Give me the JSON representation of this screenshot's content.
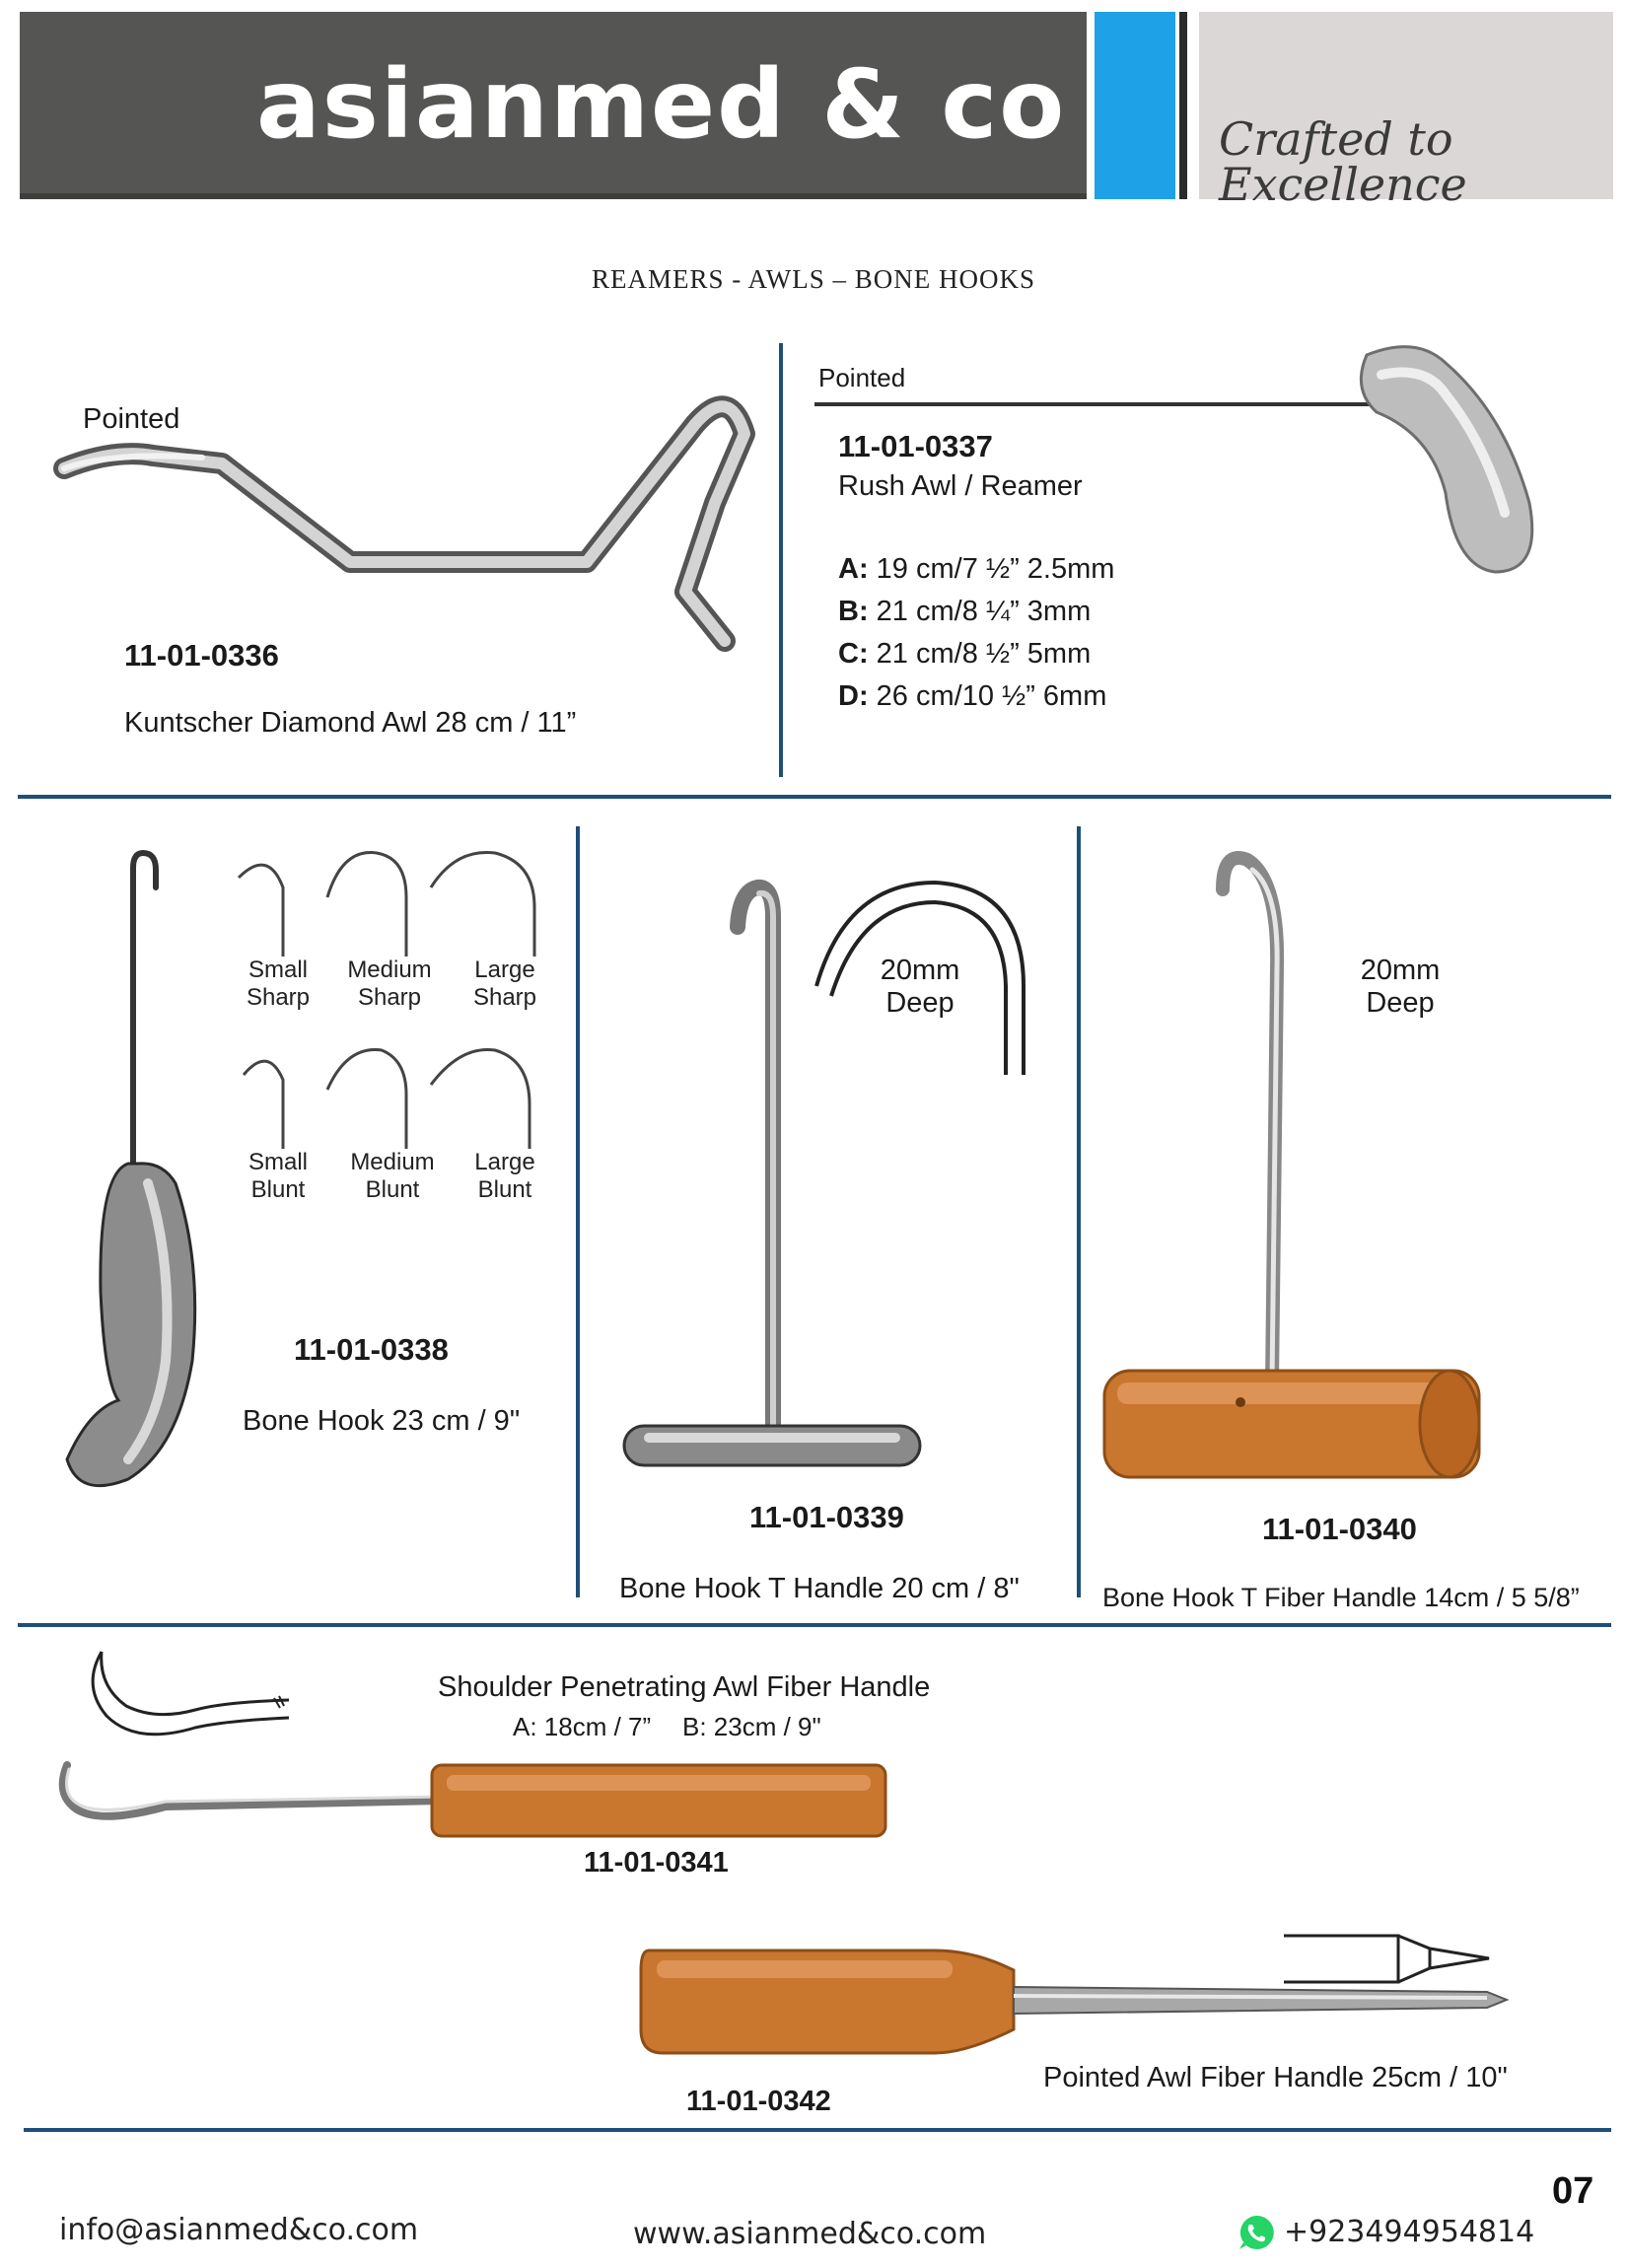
{
  "header": {
    "brand": "asianmed & co",
    "tagline": "Crafted to Excellence"
  },
  "page_title": "REAMERS - AWLS – BONE HOOKS",
  "products": {
    "p0336": {
      "label": "Pointed",
      "code": "11-01-0336",
      "description": "Kuntscher Diamond Awl 28 cm / 11”"
    },
    "p0337": {
      "label": "Pointed",
      "code": "11-01-0337",
      "description": "Rush Awl / Reamer",
      "sizes": [
        {
          "key": "A:",
          "value": "19 cm/7 ½” 2.5mm"
        },
        {
          "key": "B:",
          "value": "21 cm/8 ¼” 3mm"
        },
        {
          "key": "C:",
          "value": "21 cm/8 ½” 5mm"
        },
        {
          "key": "D:",
          "value": "26 cm/10 ½” 6mm"
        }
      ]
    },
    "p0338": {
      "code": "11-01-0338",
      "description": "Bone Hook 23 cm / 9\"",
      "variants": [
        {
          "line1": "Small",
          "line2": "Sharp"
        },
        {
          "line1": "Medium",
          "line2": "Sharp"
        },
        {
          "line1": "Large",
          "line2": "Sharp"
        },
        {
          "line1": "Small",
          "line2": "Blunt"
        },
        {
          "line1": "Medium",
          "line2": "Blunt"
        },
        {
          "line1": "Large",
          "line2": "Blunt"
        }
      ]
    },
    "p0339": {
      "depth_line1": "20mm",
      "depth_line2": "Deep",
      "code": "11-01-0339",
      "description": "Bone Hook T Handle 20 cm / 8\""
    },
    "p0340": {
      "depth_line1": "20mm",
      "depth_line2": "Deep",
      "code": "11-01-0340",
      "description": "Bone Hook T Fiber Handle 14cm / 5 5/8”"
    },
    "p0341": {
      "title": "Shoulder Penetrating Awl Fiber Handle",
      "size_a": "A: 18cm / 7”",
      "size_b": "B: 23cm / 9\"",
      "code": "11-01-0341"
    },
    "p0342": {
      "code": "11-01-0342",
      "description": "Pointed Awl Fiber Handle 25cm / 10\""
    }
  },
  "footer": {
    "email": "info@asianmed&co.com",
    "website": "www.asianmed&co.com",
    "phone": "+923494954814",
    "page_number": "07"
  },
  "colors": {
    "header_dark": "#555553",
    "header_blue": "#1ea1e6",
    "divider": "#1f4e79",
    "fiber_handle": "#c9762e",
    "whatsapp": "#25d366"
  }
}
